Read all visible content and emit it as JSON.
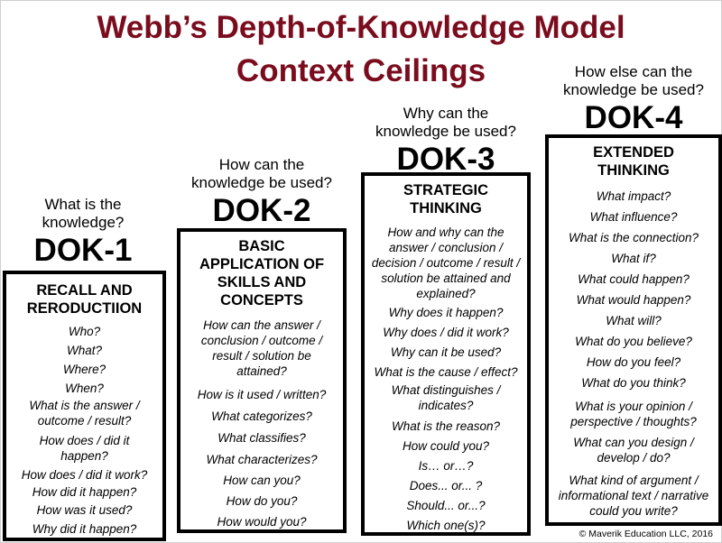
{
  "title": {
    "line1": "Webb’s Depth-of-Knowledge Model",
    "line2": "Context Ceilings"
  },
  "levels": [
    {
      "question": "What is the\nknowledge?",
      "label": "DOK-1",
      "heading": "RECALL AND\nRERODUCTIION",
      "items": [
        "Who?",
        "What?",
        "Where?",
        "When?",
        "What is the answer /\noutcome / result?",
        "How does / did it\nhappen?",
        "How does / did it work?",
        "How did it happen?",
        "How was it used?",
        "Why did it happen?"
      ]
    },
    {
      "question": "How can the\nknowledge be used?",
      "label": "DOK-2",
      "heading": "BASIC\nAPPLICATION OF\nSKILLS AND\nCONCEPTS",
      "items": [
        "How can the answer /\nconclusion / outcome /\nresult / solution be\nattained?",
        "How is it used / written?",
        "What categorizes?",
        "What classifies?",
        "What characterizes?",
        "How can you?",
        "How do you?",
        "How would you?"
      ]
    },
    {
      "question": "Why can the\nknowledge be used?",
      "label": "DOK-3",
      "heading": "STRATEGIC\nTHINKING",
      "items": [
        "How and why can the\nanswer / conclusion /\ndecision / outcome / result /\nsolution be attained and\nexplained?",
        "Why does it happen?",
        "Why does / did it work?",
        "Why can it be used?",
        "What is the cause / effect?",
        "What distinguishes /\nindicates?",
        "What is the reason?",
        "How could you?",
        "Is… or…?",
        "Does... or... ?",
        "Should... or...?",
        "Which one(s)?"
      ]
    },
    {
      "question": "How else can the\nknowledge be used?",
      "label": "DOK-4",
      "heading": "EXTENDED\nTHINKING",
      "items": [
        "What impact?",
        "What influence?",
        "What is the connection?",
        "What if?",
        "What could happen?",
        "What would happen?",
        "What will?",
        "What do you believe?",
        "How do you feel?",
        "What do you think?",
        "What is your opinion /\nperspective / thoughts?",
        "What can you design /\ndevelop / do?",
        "What kind of argument /\ninformational text / narrative\ncould you write?"
      ]
    }
  ],
  "copyright": "© Maverik Education LLC, 2016",
  "colors": {
    "title": "#7a0c1d",
    "border": "#000000"
  }
}
